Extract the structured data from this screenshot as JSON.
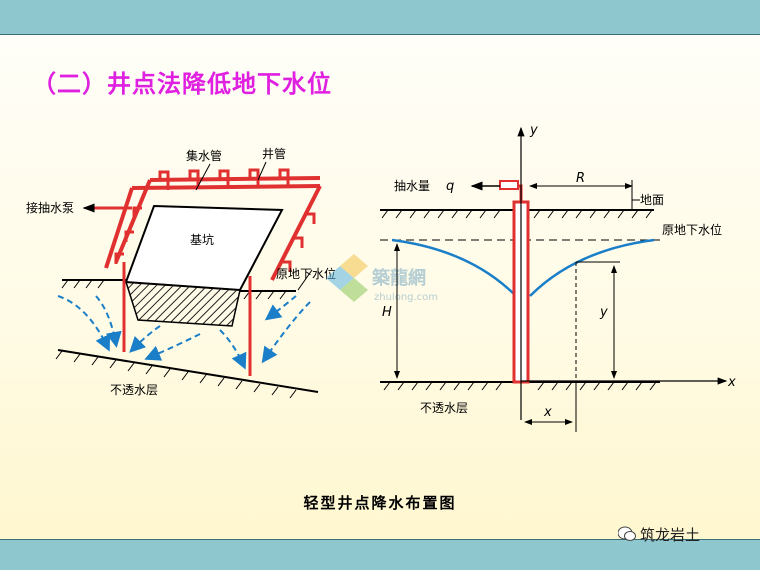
{
  "slide": {
    "title": "（二）井点法降低地下水位",
    "caption": "轻型井点降水布置图",
    "brand": "筑龙岩土"
  },
  "left_diagram": {
    "labels": {
      "header_pipe": "集水管",
      "well_pipe": "井管",
      "pump": "接抽水泵",
      "pit": "基坑",
      "groundwater": "原地下水位",
      "impermeable": "不透水层"
    }
  },
  "right_diagram": {
    "labels": {
      "y_axis": "y",
      "x_axis": "x",
      "pump_rate": "抽水量",
      "q": "q",
      "R": "R",
      "ground": "地面",
      "groundwater": "原地下水位",
      "H": "H",
      "y_dim": "y",
      "impermeable": "不透水层",
      "x_dim": "x"
    }
  },
  "watermark": {
    "name": "築龍網",
    "url": "zhulong.com"
  },
  "colors": {
    "title": "#e020e0",
    "pipe": "#e03030",
    "water": "#1a7fc8",
    "bars": "#8fc7cf"
  }
}
